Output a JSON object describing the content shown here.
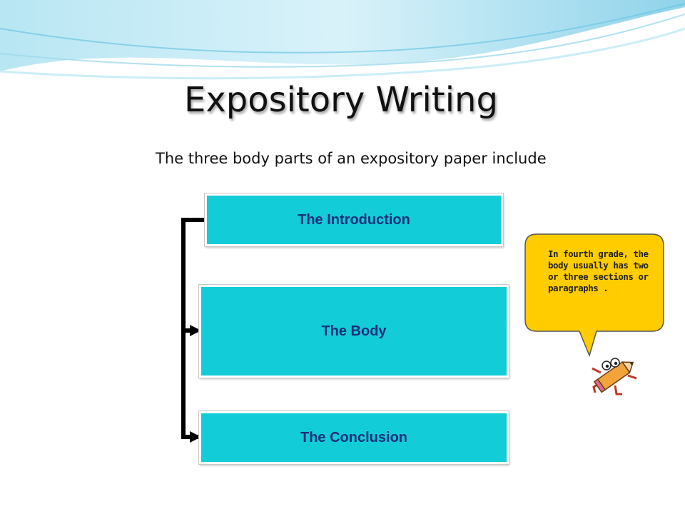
{
  "slide": {
    "title": "Expository Writing",
    "subtitle": "The three body parts of an expository paper include"
  },
  "parts": [
    {
      "label": "The Introduction"
    },
    {
      "label": "The Body"
    },
    {
      "label": "The Conclusion"
    }
  ],
  "callout": {
    "text": "In fourth grade, the body usually has two or three sections or paragraphs ."
  },
  "colors": {
    "box_fill": "#12cdd8",
    "box_text": "#1a2f7a",
    "callout_fill": "#ffcc00",
    "wave": "#9fd9ec"
  },
  "icons": [
    "pencil-character-icon"
  ]
}
